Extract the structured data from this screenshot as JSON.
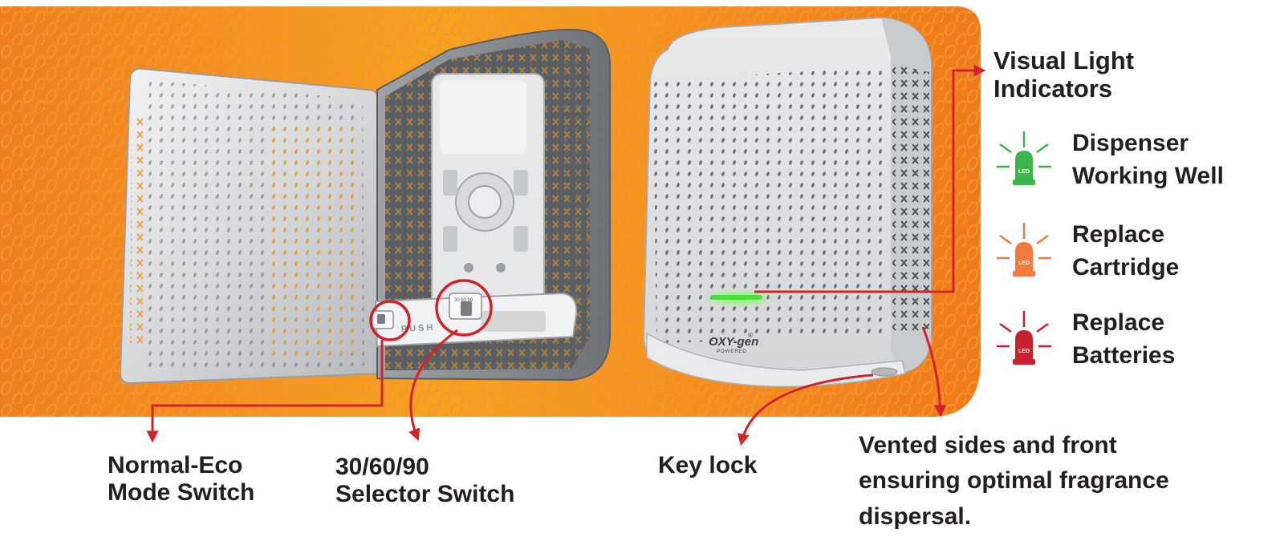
{
  "brand": {
    "name": "OXY-gen",
    "reg": "®",
    "sub": "POWERED"
  },
  "push_label": "PUSH",
  "selector_marks": "30 60 90",
  "indicators": {
    "title": [
      "Visual Light",
      "Indicators"
    ],
    "items": [
      {
        "led_text": "LED",
        "color": "#3cb54a",
        "lines": [
          "Dispenser",
          "Working Well"
        ]
      },
      {
        "led_text": "LED",
        "color": "#f37a3f",
        "lines": [
          "Replace",
          "Cartridge"
        ]
      },
      {
        "led_text": "LED",
        "color": "#c8202f",
        "lines": [
          "Replace",
          "Batteries"
        ]
      }
    ]
  },
  "callouts": {
    "mode_switch": [
      "Normal-Eco",
      "Mode Switch"
    ],
    "selector_switch": [
      "30/60/90",
      "Selector Switch"
    ],
    "key_lock": "Key lock",
    "vented": [
      "Vented sides and front",
      "ensuring optimal fragrance",
      "dispersal."
    ]
  },
  "colors": {
    "orange_light": "#f7a21f",
    "orange_dark": "#ee7a1c",
    "arrow": "#d2232a",
    "text": "#231f20"
  }
}
